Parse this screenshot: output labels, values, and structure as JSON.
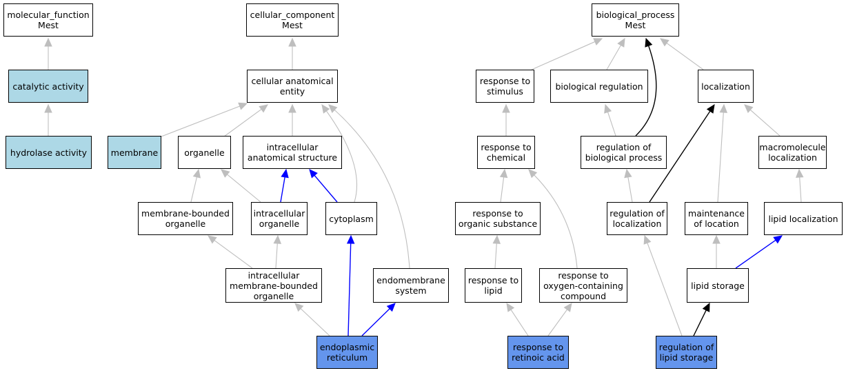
{
  "colors": {
    "plain_node": "#ffffff",
    "annotated_node": "#add8e6",
    "query_node": "#6495ed",
    "edge_is_a": "#bebebe",
    "edge_part_of": "#0000ff",
    "edge_regulates": "#000000"
  },
  "nodes": [
    {
      "id": "mf",
      "label": "molecular_function\nMest",
      "kind": "plain"
    },
    {
      "id": "catalytic",
      "label": "catalytic activity",
      "kind": "annotated"
    },
    {
      "id": "hydrolase",
      "label": "hydrolase activity",
      "kind": "annotated"
    },
    {
      "id": "cc",
      "label": "cellular_component\nMest",
      "kind": "plain"
    },
    {
      "id": "cae",
      "label": "cellular anatomical\nentity",
      "kind": "plain"
    },
    {
      "id": "membrane",
      "label": "membrane",
      "kind": "annotated"
    },
    {
      "id": "organelle",
      "label": "organelle",
      "kind": "plain"
    },
    {
      "id": "ias",
      "label": "intracellular\nanatomical structure",
      "kind": "plain"
    },
    {
      "id": "mbo",
      "label": "membrane-bounded\norganelle",
      "kind": "plain"
    },
    {
      "id": "io",
      "label": "intracellular\norganelle",
      "kind": "plain"
    },
    {
      "id": "cytoplasm",
      "label": "cytoplasm",
      "kind": "plain"
    },
    {
      "id": "imbo",
      "label": "intracellular\nmembrane-bounded\norganelle",
      "kind": "plain"
    },
    {
      "id": "endomembrane",
      "label": "endomembrane\nsystem",
      "kind": "plain"
    },
    {
      "id": "er",
      "label": "endoplasmic\nreticulum",
      "kind": "query"
    },
    {
      "id": "bp",
      "label": "biological_process\nMest",
      "kind": "plain"
    },
    {
      "id": "rstim",
      "label": "response to\nstimulus",
      "kind": "plain"
    },
    {
      "id": "bioreg",
      "label": "biological regulation",
      "kind": "plain"
    },
    {
      "id": "localization",
      "label": "localization",
      "kind": "plain"
    },
    {
      "id": "rchem",
      "label": "response to\nchemical",
      "kind": "plain"
    },
    {
      "id": "rbp",
      "label": "regulation of\nbiological process",
      "kind": "plain"
    },
    {
      "id": "macroloc",
      "label": "macromolecule\nlocalization",
      "kind": "plain"
    },
    {
      "id": "rorg",
      "label": "response to\norganic substance",
      "kind": "plain"
    },
    {
      "id": "regloc",
      "label": "regulation of\nlocalization",
      "kind": "plain"
    },
    {
      "id": "mainloc",
      "label": "maintenance\nof location",
      "kind": "plain"
    },
    {
      "id": "lipidloc",
      "label": "lipid localization",
      "kind": "plain"
    },
    {
      "id": "rlipid",
      "label": "response to\nlipid",
      "kind": "plain"
    },
    {
      "id": "roxy",
      "label": "response to\noxygen-containing\ncompound",
      "kind": "plain"
    },
    {
      "id": "lipidstor",
      "label": "lipid storage",
      "kind": "plain"
    },
    {
      "id": "rra",
      "label": "response to\nretinoic acid",
      "kind": "query"
    },
    {
      "id": "rls",
      "label": "regulation of\nlipid storage",
      "kind": "query"
    }
  ],
  "edges": [
    {
      "from": "catalytic",
      "to": "mf",
      "type": "is_a"
    },
    {
      "from": "hydrolase",
      "to": "catalytic",
      "type": "is_a"
    },
    {
      "from": "cae",
      "to": "cc",
      "type": "is_a"
    },
    {
      "from": "membrane",
      "to": "cae",
      "type": "is_a"
    },
    {
      "from": "organelle",
      "to": "cae",
      "type": "is_a"
    },
    {
      "from": "ias",
      "to": "cae",
      "type": "is_a"
    },
    {
      "from": "cytoplasm",
      "to": "cae",
      "type": "is_a"
    },
    {
      "from": "endomembrane",
      "to": "cae",
      "type": "is_a"
    },
    {
      "from": "mbo",
      "to": "organelle",
      "type": "is_a"
    },
    {
      "from": "io",
      "to": "organelle",
      "type": "is_a"
    },
    {
      "from": "io",
      "to": "ias",
      "type": "part_of"
    },
    {
      "from": "cytoplasm",
      "to": "ias",
      "type": "part_of"
    },
    {
      "from": "imbo",
      "to": "mbo",
      "type": "is_a"
    },
    {
      "from": "imbo",
      "to": "io",
      "type": "is_a"
    },
    {
      "from": "er",
      "to": "imbo",
      "type": "is_a"
    },
    {
      "from": "er",
      "to": "cytoplasm",
      "type": "part_of"
    },
    {
      "from": "er",
      "to": "endomembrane",
      "type": "part_of"
    },
    {
      "from": "rstim",
      "to": "bp",
      "type": "is_a"
    },
    {
      "from": "bioreg",
      "to": "bp",
      "type": "is_a"
    },
    {
      "from": "localization",
      "to": "bp",
      "type": "is_a"
    },
    {
      "from": "rbp",
      "to": "bp",
      "type": "regulates"
    },
    {
      "from": "rchem",
      "to": "rstim",
      "type": "is_a"
    },
    {
      "from": "rbp",
      "to": "bioreg",
      "type": "is_a"
    },
    {
      "from": "regloc",
      "to": "localization",
      "type": "regulates"
    },
    {
      "from": "mainloc",
      "to": "localization",
      "type": "is_a"
    },
    {
      "from": "macroloc",
      "to": "localization",
      "type": "is_a"
    },
    {
      "from": "rorg",
      "to": "rchem",
      "type": "is_a"
    },
    {
      "from": "roxy",
      "to": "rchem",
      "type": "is_a"
    },
    {
      "from": "regloc",
      "to": "rbp",
      "type": "is_a"
    },
    {
      "from": "lipidloc",
      "to": "macroloc",
      "type": "is_a"
    },
    {
      "from": "rlipid",
      "to": "rorg",
      "type": "is_a"
    },
    {
      "from": "lipidstor",
      "to": "mainloc",
      "type": "is_a"
    },
    {
      "from": "lipidstor",
      "to": "lipidloc",
      "type": "part_of"
    },
    {
      "from": "rra",
      "to": "rlipid",
      "type": "is_a"
    },
    {
      "from": "rra",
      "to": "roxy",
      "type": "is_a"
    },
    {
      "from": "rls",
      "to": "regloc",
      "type": "is_a"
    },
    {
      "from": "rls",
      "to": "lipidstor",
      "type": "regulates"
    }
  ]
}
